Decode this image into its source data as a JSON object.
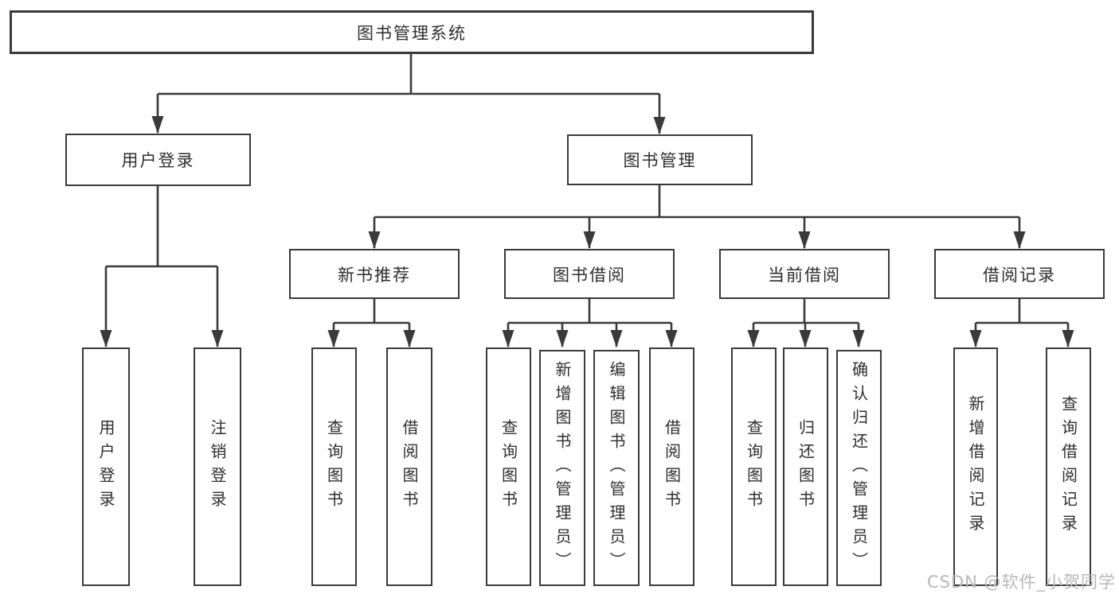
{
  "diagram": {
    "root": {
      "label": "图书管理系统"
    },
    "level2": [
      {
        "label": "用户登录",
        "parent": "图书管理系统"
      },
      {
        "label": "图书管理",
        "parent": "图书管理系统"
      }
    ],
    "level3": [
      {
        "label": "新书推荐",
        "parent": "图书管理"
      },
      {
        "label": "图书借阅",
        "parent": "图书管理"
      },
      {
        "label": "当前借阅",
        "parent": "图书管理"
      },
      {
        "label": "借阅记录",
        "parent": "图书管理"
      }
    ],
    "leaves": [
      {
        "label": "用户登录",
        "parent": "用户登录"
      },
      {
        "label": "注销登录",
        "parent": "用户登录"
      },
      {
        "label": "查询图书",
        "parent": "新书推荐"
      },
      {
        "label": "借阅图书",
        "parent": "新书推荐"
      },
      {
        "label": "查询图书",
        "parent": "图书借阅"
      },
      {
        "label": "新增图书（管理员）",
        "parent": "图书借阅"
      },
      {
        "label": "编辑图书（管理员）",
        "parent": "图书借阅"
      },
      {
        "label": "借阅图书",
        "parent": "图书借阅"
      },
      {
        "label": "查询图书",
        "parent": "当前借阅"
      },
      {
        "label": "归还图书",
        "parent": "当前借阅"
      },
      {
        "label": "确认归还（管理员）",
        "parent": "当前借阅"
      },
      {
        "label": "新增借阅记录",
        "parent": "借阅记录"
      },
      {
        "label": "查询借阅记录",
        "parent": "借阅记录"
      }
    ]
  },
  "watermark": {
    "text": "CSDN @软件_小贺同学",
    "color": "#b8b8b8"
  },
  "colors": {
    "line": "#3a3a3a",
    "border": "#3a3a3a",
    "text": "#2e2e2e",
    "background": "#ffffff"
  }
}
